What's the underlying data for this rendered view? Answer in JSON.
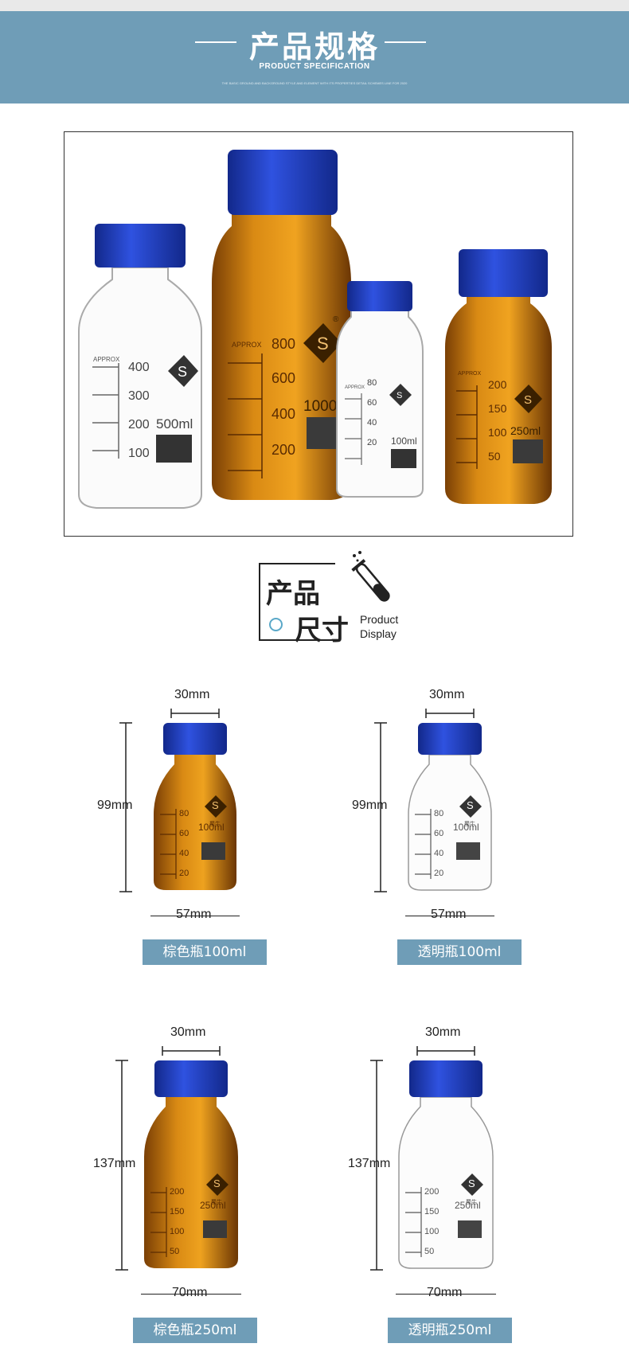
{
  "header": {
    "title": "产品规格",
    "subtitle": "PRODUCT SPECIFICATION",
    "fine_print": "THE BASIC GROUND AND BACKGROUND STYLE AND ELEMENT WITH ITS PROPERTIES DETAIL SCHEMES LINE FOR 2020"
  },
  "photo": {
    "bottles": [
      {
        "volume": "500ml",
        "marks": [
          "400",
          "300",
          "200",
          "100"
        ],
        "approx": "APPROX"
      },
      {
        "volume": "1000ml",
        "marks": [
          "800",
          "600",
          "400",
          "200"
        ],
        "approx": "APPROX"
      },
      {
        "volume": "100ml",
        "marks": [
          "80",
          "60",
          "40",
          "20"
        ],
        "approx": "APPROX"
      },
      {
        "volume": "250ml",
        "marks": [
          "200",
          "150",
          "100",
          "50"
        ],
        "approx": "APPROX"
      }
    ],
    "brand": "蜀牛",
    "logo_letter": "S",
    "registered": "®"
  },
  "display_heading": {
    "cn_line1": "产品",
    "cn_line2": "尺寸",
    "en_line1": "Product",
    "en_line2": "Display"
  },
  "products": [
    {
      "label": "棕色瓶100ml",
      "neck": "30mm",
      "height": "99mm",
      "width": "57mm",
      "volume": "100ml",
      "marks": [
        "80",
        "60",
        "40",
        "20"
      ],
      "color": "amber"
    },
    {
      "label": "透明瓶100ml",
      "neck": "30mm",
      "height": "99mm",
      "width": "57mm",
      "volume": "100ml",
      "marks": [
        "80",
        "60",
        "40",
        "20"
      ],
      "color": "clear"
    },
    {
      "label": "棕色瓶250ml",
      "neck": "30mm",
      "height": "137mm",
      "width": "70mm",
      "volume": "250ml",
      "marks": [
        "200",
        "150",
        "100",
        "50"
      ],
      "color": "amber"
    },
    {
      "label": "透明瓶250ml",
      "neck": "30mm",
      "height": "137mm",
      "width": "70mm",
      "volume": "250ml",
      "marks": [
        "200",
        "150",
        "100",
        "50"
      ],
      "color": "clear"
    }
  ],
  "colors": {
    "banner": "#6f9db7",
    "cap_blue": "#1f3fbf",
    "amber": "#c77a0d",
    "label_bg": "#6f9db7"
  }
}
